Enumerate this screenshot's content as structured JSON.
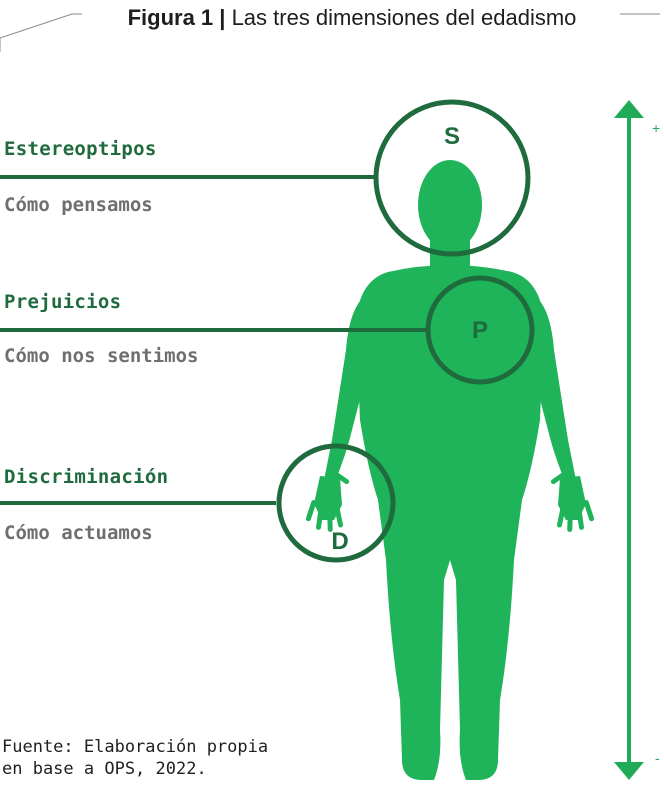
{
  "figure": {
    "title_bold": "Figura 1",
    "title_sep": "|",
    "title_text": "Las tres dimensiones del edadismo"
  },
  "dimensions": [
    {
      "title": "Estereoptipos",
      "subtitle": "Cómo pensamos",
      "letter": "S"
    },
    {
      "title": "Prejuicios",
      "subtitle": "Cómo nos sentimos",
      "letter": "P"
    },
    {
      "title": "Discriminación",
      "subtitle": "Cómo actuamos",
      "letter": "D"
    }
  ],
  "axis": {
    "top_sign": "+",
    "bottom_sign": "-"
  },
  "source": {
    "line1": "Fuente: Elaboración propia",
    "line2": "en base a OPS, 2022."
  },
  "colors": {
    "body_fill": "#1fb35a",
    "circle_stroke": "#1f6b3d",
    "connector": "#1f6b3d",
    "axis": "#1fab57",
    "title_green": "#1f6b3d",
    "subtitle_gray": "#6f6f6f"
  }
}
